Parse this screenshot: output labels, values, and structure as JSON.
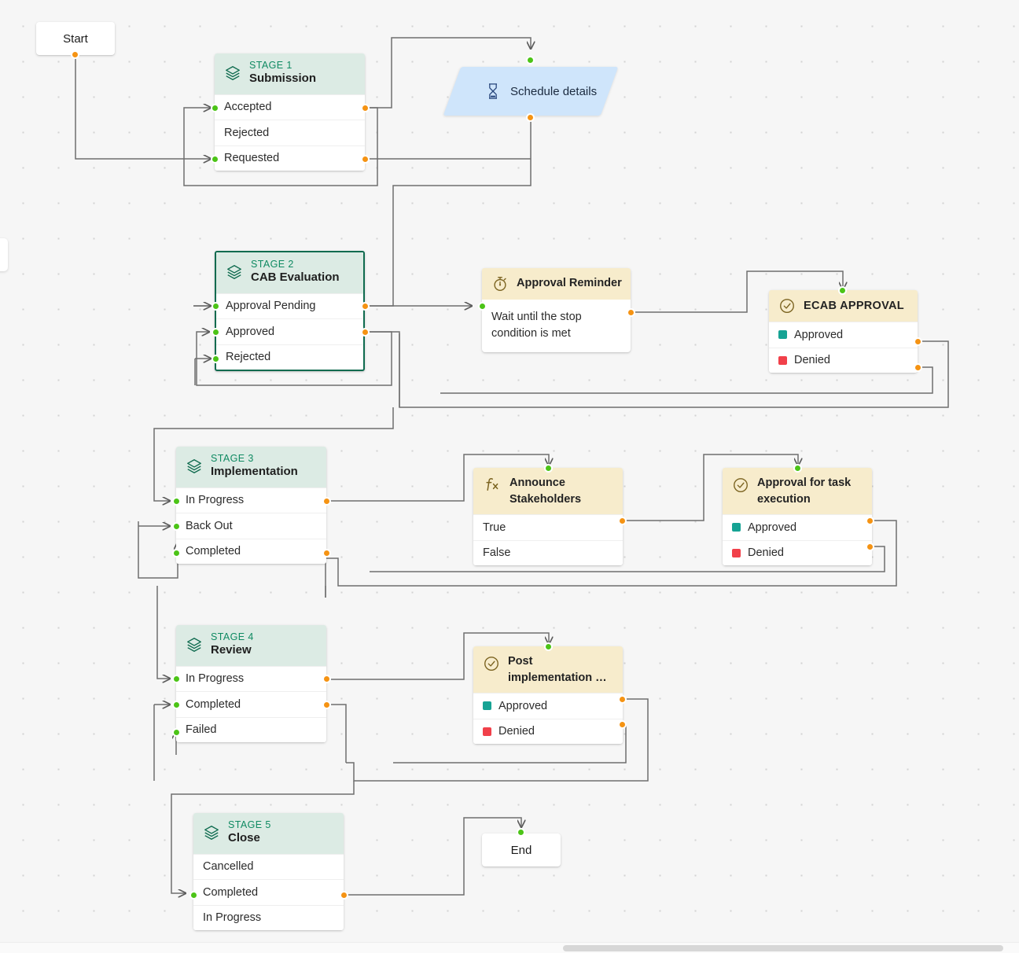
{
  "canvas": {
    "background_color": "#f6f6f6",
    "grid": "dot-grid",
    "grid_spacing": 45
  },
  "colors": {
    "stage_header": "#dcebe4",
    "stage_number_text": "#0f8a62",
    "stage_selected_border": "#0f6b4f",
    "approval_header": "#f7eccc",
    "schedule_fill": "#cfe5fb",
    "port_in": "#4cc417",
    "port_out": "#f59313",
    "edge": "#6f6f6f",
    "approved_swatch": "#16a394",
    "denied_swatch": "#f1404a"
  },
  "terminals": {
    "start": {
      "label": "Start"
    },
    "end": {
      "label": "End"
    }
  },
  "stages": [
    {
      "id": "stage-1",
      "number": "STAGE 1",
      "name": "Submission",
      "icon": "layers-icon",
      "selected": false,
      "rows": [
        "Accepted",
        "Rejected",
        "Requested"
      ]
    },
    {
      "id": "stage-2",
      "number": "STAGE 2",
      "name": "CAB Evaluation",
      "icon": "layers-icon",
      "selected": true,
      "rows": [
        "Approval Pending",
        "Approved",
        "Rejected"
      ]
    },
    {
      "id": "stage-3",
      "number": "STAGE 3",
      "name": "Implementation",
      "icon": "layers-icon",
      "selected": false,
      "rows": [
        "In Progress",
        "Back Out",
        "Completed"
      ]
    },
    {
      "id": "stage-4",
      "number": "STAGE 4",
      "name": "Review",
      "icon": "layers-icon",
      "selected": false,
      "rows": [
        "In Progress",
        "Completed",
        "Failed"
      ]
    },
    {
      "id": "stage-5",
      "number": "STAGE 5",
      "name": "Close",
      "icon": "layers-icon",
      "selected": false,
      "rows": [
        "Cancelled",
        "Completed",
        "In Progress"
      ]
    }
  ],
  "activities": {
    "schedule_details": {
      "label": "Schedule details",
      "icon": "hourglass-icon",
      "shape": "parallelogram"
    },
    "approval_reminder": {
      "title": "Approval Reminder",
      "icon": "timer-icon",
      "body": "Wait until the stop condition is met"
    },
    "ecab_approval": {
      "title": "ECAB APPROVAL",
      "icon": "check-circle-icon",
      "rows": [
        {
          "label": "Approved",
          "color": "#16a394"
        },
        {
          "label": "Denied",
          "color": "#f1404a"
        }
      ]
    },
    "announce_stakeholders": {
      "title": "Announce Stakeholders",
      "icon": "function-fx-icon",
      "rows": [
        "True",
        "False"
      ]
    },
    "approval_task_execution": {
      "title": "Approval for task execution",
      "icon": "check-circle-icon",
      "rows": [
        {
          "label": "Approved",
          "color": "#16a394"
        },
        {
          "label": "Denied",
          "color": "#f1404a"
        }
      ]
    },
    "post_implementation": {
      "title": "Post implementation …",
      "icon": "check-circle-icon",
      "rows": [
        {
          "label": "Approved",
          "color": "#16a394"
        },
        {
          "label": "Denied",
          "color": "#f1404a"
        }
      ]
    }
  }
}
